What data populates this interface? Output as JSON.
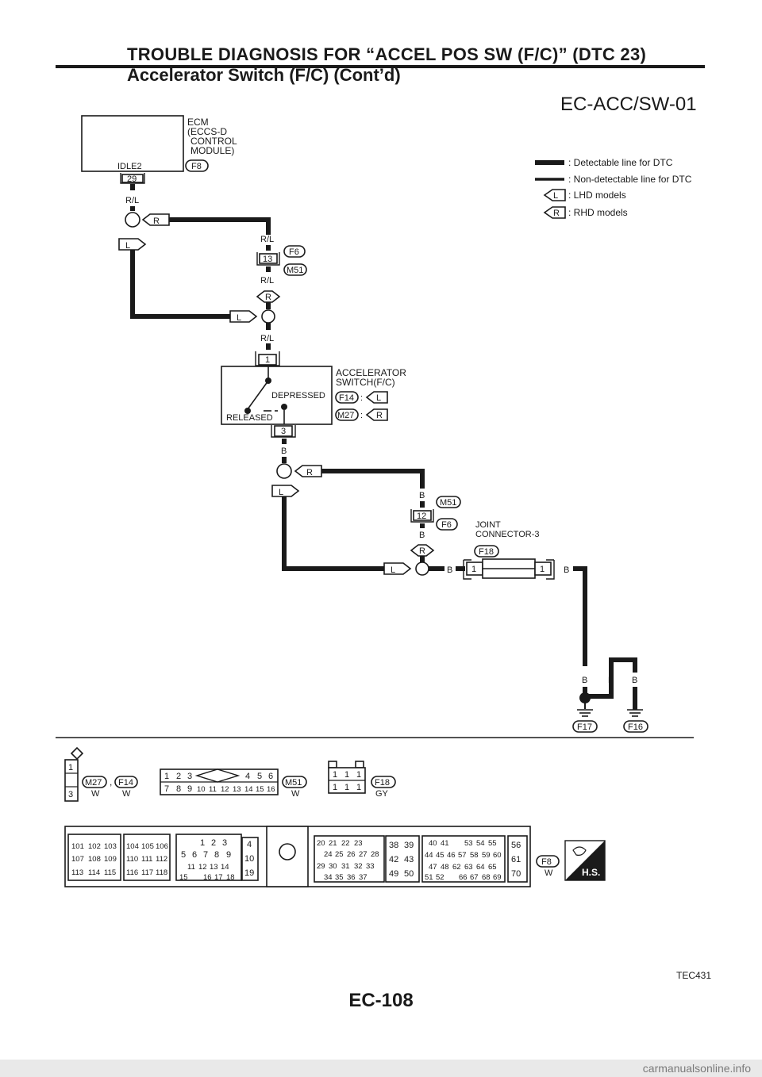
{
  "header": {
    "title": "TROUBLE DIAGNOSIS FOR “ACCEL POS SW (F/C)” (DTC 23)",
    "subtitle": "Accelerator Switch (F/C) (Cont’d)",
    "diagram_code": "EC-ACC/SW-01"
  },
  "ecm": {
    "label_1": "ECM",
    "label_2": "(ECCS-D",
    "label_3": "CONTROL",
    "label_4": "MODULE)",
    "terminal_name": "IDLE2",
    "connector": "F8",
    "pin": "29"
  },
  "legend": {
    "detectable": ": Detectable line for DTC",
    "non_detectable": ": Non-detectable line for DTC",
    "lhd_tag": "L",
    "lhd_text": ": LHD models",
    "rhd_tag": "R",
    "rhd_text": ": RHD models"
  },
  "wires": {
    "rl": "R/L",
    "b": "B",
    "l": "L",
    "r": "R"
  },
  "connectors": {
    "f6": "F6",
    "m51": "M51",
    "pin13": "13",
    "pin12": "12",
    "f14": "F14",
    "m27": "M27",
    "f18": "F18",
    "f17": "F17",
    "f16": "F16",
    "f8": "F8",
    "colon": ":"
  },
  "switch": {
    "name_1": "ACCELERATOR",
    "name_2": "SWITCH(F/C)",
    "depressed": "DEPRESSED",
    "released": "RELEASED",
    "pin1": "1",
    "pin3": "3"
  },
  "joint": {
    "name_1": "JOINT",
    "name_2": "CONNECTOR-3",
    "pin": "1"
  },
  "connector_views": {
    "m27_f14_pins": [
      "1",
      "3"
    ],
    "m27": "M27",
    "sep": ",",
    "f14": "F14",
    "w": "W",
    "m51_top": [
      "1",
      "2",
      "3",
      "4",
      "5",
      "6"
    ],
    "m51_bottom": [
      "7",
      "8",
      "9",
      "10",
      "11",
      "12",
      "13",
      "14",
      "15",
      "16"
    ],
    "m51": "M51",
    "f18_pins": [
      "1",
      "1",
      "1",
      "1",
      "1",
      "1"
    ],
    "f18": "F18",
    "gy": "GY",
    "f8": "F8",
    "ecm_blocks": {
      "a": [
        [
          "101",
          "102",
          "103"
        ],
        [
          "107",
          "108",
          "109"
        ],
        [
          "113",
          "114",
          "115"
        ]
      ],
      "b": [
        [
          "104",
          "105",
          "106"
        ],
        [
          "110",
          "111",
          "112"
        ],
        [
          "116",
          "117",
          "118"
        ]
      ],
      "c": [
        [
          "1",
          "2",
          "3"
        ],
        [
          "5",
          "6",
          "7",
          "8",
          "9"
        ],
        [
          "11",
          "12",
          "13",
          "14"
        ],
        [
          "15",
          "16",
          "17",
          "18"
        ]
      ],
      "d": [
        "4",
        "10",
        "19"
      ],
      "e": [
        [
          "20",
          "21",
          "22",
          "23"
        ],
        [
          "24",
          "25",
          "26",
          "27",
          "28"
        ],
        [
          "29",
          "30",
          "31",
          "32",
          "33"
        ],
        [
          "34",
          "35",
          "36",
          "37"
        ]
      ],
      "f": [
        [
          "38",
          "39"
        ],
        [
          "42",
          "43"
        ],
        [
          "49",
          "50"
        ]
      ],
      "g": [
        [
          "40",
          "41",
          "53",
          "54",
          "55"
        ],
        [
          "44",
          "45",
          "46",
          "57",
          "58",
          "59",
          "60"
        ],
        [
          "47",
          "48",
          "62",
          "63",
          "64",
          "65"
        ],
        [
          "51",
          "52",
          "66",
          "67",
          "68",
          "69"
        ]
      ],
      "h": [
        "56",
        "61",
        "70"
      ]
    },
    "hs_badge": "H.S."
  },
  "figure_code": "TEC431",
  "page_number": "EC-108",
  "watermark": "carmanualsonline.info"
}
